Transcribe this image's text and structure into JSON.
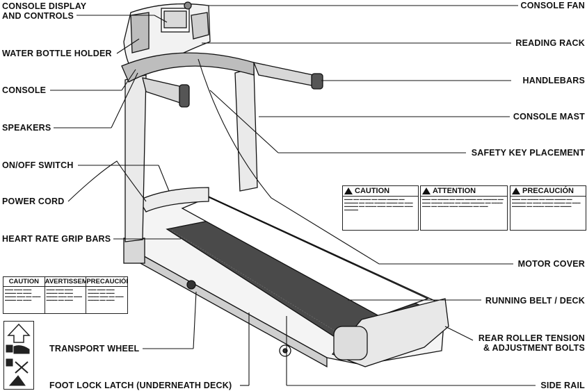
{
  "labels_left": [
    {
      "id": "console-display",
      "text_lines": [
        "CONSOLE DISPLAY",
        "AND CONTROLS"
      ]
    },
    {
      "id": "water-bottle-holder",
      "text_lines": [
        "WATER BOTTLE HOLDER"
      ]
    },
    {
      "id": "console",
      "text_lines": [
        "CONSOLE"
      ]
    },
    {
      "id": "speakers",
      "text_lines": [
        "SPEAKERS"
      ]
    },
    {
      "id": "on-off-switch",
      "text_lines": [
        "ON/OFF SWITCH"
      ]
    },
    {
      "id": "power-cord",
      "text_lines": [
        "POWER CORD"
      ]
    },
    {
      "id": "heart-rate-grip-bars",
      "text_lines": [
        "HEART RATE GRIP BARS"
      ]
    },
    {
      "id": "transport-wheel",
      "text_lines": [
        "TRANSPORT WHEEL"
      ]
    },
    {
      "id": "foot-lock-latch",
      "text_lines": [
        "FOOT LOCK LATCH (UNDERNEATH DECK)"
      ]
    }
  ],
  "labels_right": [
    {
      "id": "console-fan",
      "text_lines": [
        "CONSOLE FAN"
      ]
    },
    {
      "id": "reading-rack",
      "text_lines": [
        "READING RACK"
      ]
    },
    {
      "id": "handlebars",
      "text_lines": [
        "HANDLEBARS"
      ]
    },
    {
      "id": "console-mast",
      "text_lines": [
        "CONSOLE MAST"
      ]
    },
    {
      "id": "safety-key-placement",
      "text_lines": [
        "SAFETY KEY PLACEMENT"
      ]
    },
    {
      "id": "motor-cover",
      "text_lines": [
        "MOTOR COVER"
      ]
    },
    {
      "id": "running-belt-deck",
      "text_lines": [
        "RUNNING BELT / DECK"
      ]
    },
    {
      "id": "rear-roller",
      "text_lines": [
        "REAR ROLLER TENSION",
        "& ADJUSTMENT BOLTS"
      ]
    },
    {
      "id": "side-rail",
      "text_lines": [
        "SIDE RAIL"
      ]
    }
  ],
  "warning_labels": {
    "caution": "CAUTION",
    "attention": "ATTENTION",
    "precaucion": "PRECAUCIÓN",
    "avertissement": "AVERTISSEMENT"
  },
  "colors": {
    "line": "#111111",
    "fill_dark": "#3a3a3a",
    "fill_mid": "#9a9a9a",
    "fill_light": "#e4e4e4"
  }
}
